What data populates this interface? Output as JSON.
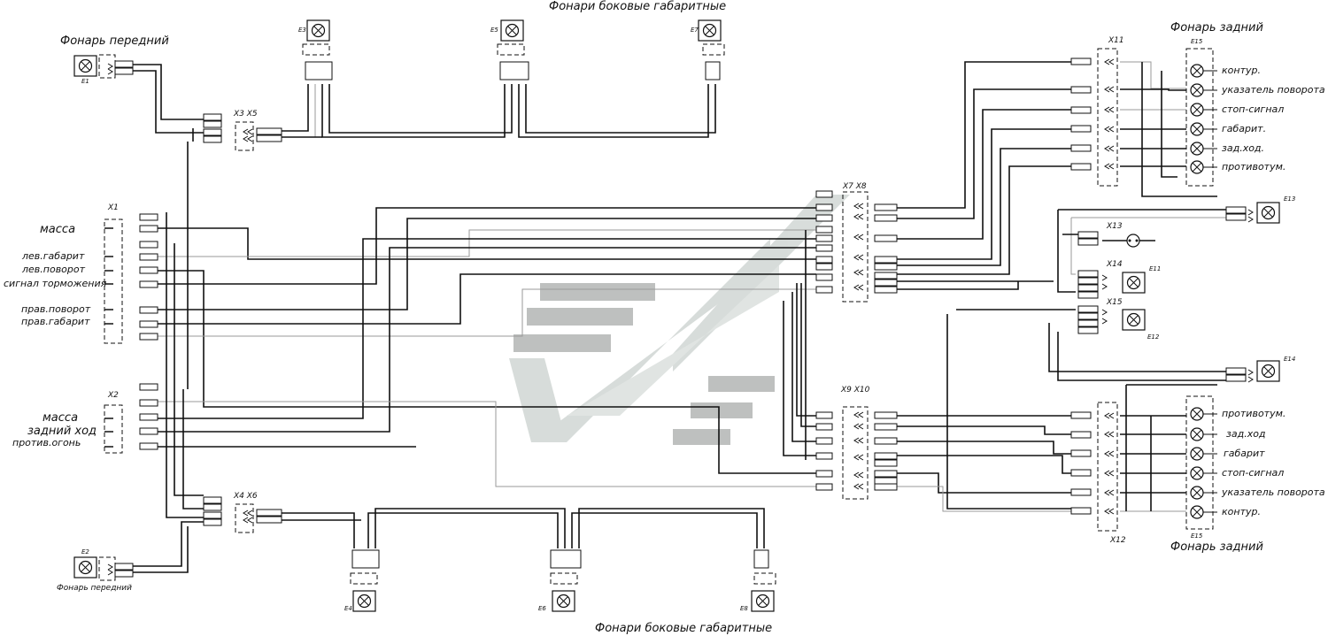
{
  "titles": {
    "side_top": "Фонари боковые габаритные",
    "side_bottom": "Фонари боковые габаритные",
    "front_top": "Фонарь передний",
    "front_bottom": "Фонарь передний",
    "rear_top": "Фонарь задний",
    "rear_bottom": "Фонарь задний"
  },
  "connectors": {
    "x1": "X1",
    "x2": "X2",
    "x3x5": "X3 X5",
    "x4x6": "X4 X6",
    "x7x8": "X7 X8",
    "x9x10": "X9 X10",
    "x11": "X11",
    "x12": "X12",
    "x13": "X13",
    "x14": "X14",
    "x15": "X15"
  },
  "lamps": {
    "e1": "E1",
    "e2": "E2",
    "e3": "E3",
    "e4": "E4",
    "e5": "E5",
    "e6": "E6",
    "e7": "E7",
    "e8": "E8",
    "e11": "E11",
    "e12": "E12",
    "e13": "E13",
    "e14": "E14",
    "e15_top": "E15",
    "e15_bottom": "E15"
  },
  "x1_signals": [
    "масса",
    "лев.габарит",
    "лев.поворот",
    "сигнал торможения",
    "прав.поворот",
    "прав.габарит"
  ],
  "x2_signals": [
    "масса",
    "задний ход",
    "против.огонь"
  ],
  "rear_top_functions": [
    "контур.",
    "указатель поворота",
    "стоп-сигнал",
    "габарит.",
    "зад.ход.",
    "противотум."
  ],
  "rear_bottom_functions": [
    "противотум.",
    "зад.ход",
    "габарит",
    "стоп-сигнал",
    "указатель поворота",
    "контур."
  ],
  "colors": {
    "ink": "#111111",
    "grey_wire": "#9a9a9a",
    "watermark": "#b8c1bd",
    "background": "#ffffff"
  }
}
